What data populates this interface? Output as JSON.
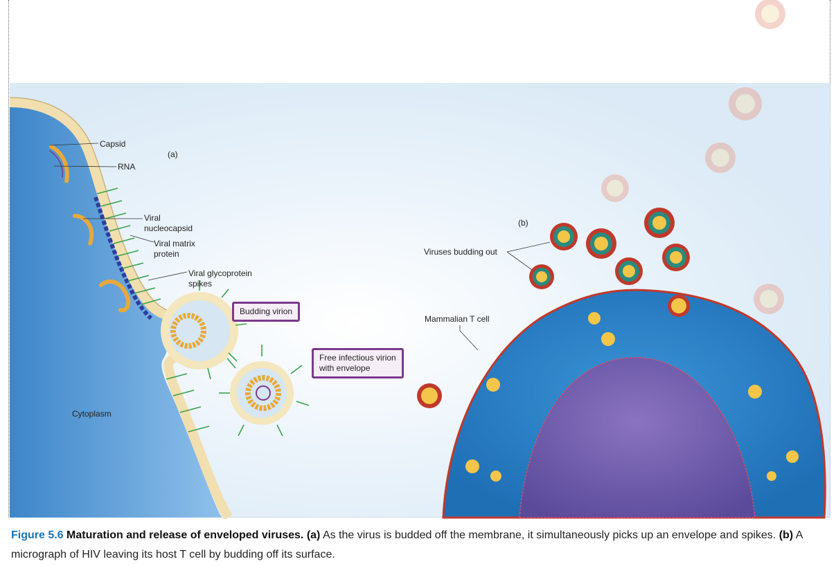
{
  "labels": {
    "capsid": "Capsid",
    "rna": "RNA",
    "panel_a": "(a)",
    "viral_nucleocapsid_1": "Viral",
    "viral_nucleocapsid_2": "nucleocapsid",
    "matrix_1": "Viral matrix",
    "matrix_2": "protein",
    "glyco_1": "Viral glycoprotein",
    "glyco_2": "spikes",
    "budding_virion": "Budding virion",
    "free_virion_1": "Free infectious virion",
    "free_virion_2": "with envelope",
    "cytoplasm": "Cytoplasm",
    "panel_b": "(b)",
    "viruses_budding_out": "Viruses budding out",
    "mammalian_t_cell": "Mammalian T cell"
  },
  "caption": {
    "fig_num": "Figure 5.6",
    "title": "Maturation and release of enveloped viruses.",
    "part_a_tag": "(a)",
    "part_a_text": "As the virus is budded off the membrane, it simultaneously picks up an envelope and spikes.",
    "part_b_tag": "(b)",
    "part_b_text": "A micrograph of HIV leaving its host T cell by budding off its surface."
  },
  "colors": {
    "cytoplasm": "#5e9fd6",
    "membrane": "#f1dfb0",
    "spikes": "#3aa24a",
    "matrix": "#2c3e9e",
    "capsid": "#e8a93a",
    "rna": "#7a3a8c",
    "tcell": "#2d7fc4",
    "tcell_edge": "#c0392b",
    "nucleus": "#6a5aa8",
    "box_border": "#7a3a8c",
    "fig_num": "#1a74b8"
  }
}
